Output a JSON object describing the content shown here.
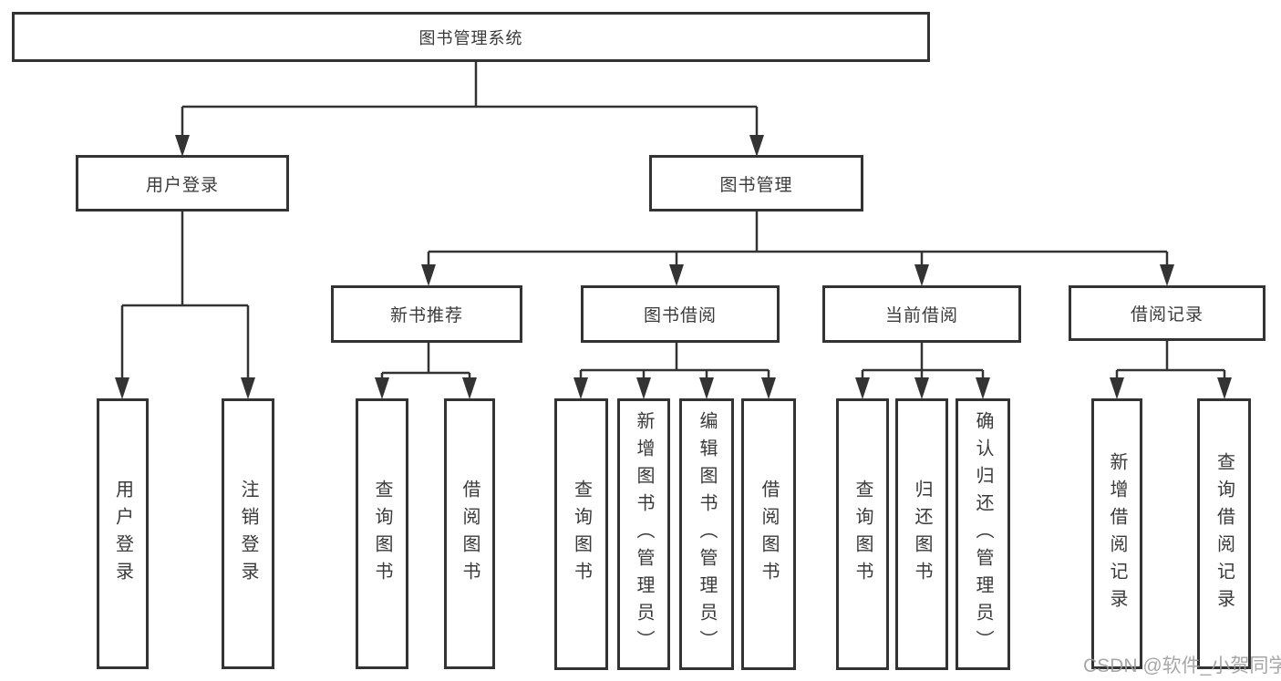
{
  "tree": {
    "root": "图书管理系统",
    "modules": {
      "user_login": {
        "label": "用户登录",
        "children": [
          "用户登录",
          "注销登录"
        ]
      },
      "book_management": {
        "label": "图书管理",
        "sections": {
          "new_book_recommend": {
            "label": "新书推荐",
            "children": [
              "查询图书",
              "借阅图书"
            ]
          },
          "book_borrow": {
            "label": "图书借阅",
            "children": [
              "查询图书",
              "新增图书（管理员）",
              "编辑图书（管理员）",
              "借阅图书"
            ]
          },
          "current_borrow": {
            "label": "当前借阅",
            "children": [
              "查询图书",
              "归还图书",
              "确认归还（管理员）"
            ]
          },
          "borrow_records": {
            "label": "借阅记录",
            "children": [
              "新增借阅记录",
              "查询借阅记录"
            ]
          }
        }
      }
    }
  },
  "watermark": "CSDN @软件_小贺同学",
  "colors": {
    "line": "#333333",
    "text": "#3a3a3a",
    "watermark": "#9b9b9b",
    "background": "#ffffff"
  }
}
